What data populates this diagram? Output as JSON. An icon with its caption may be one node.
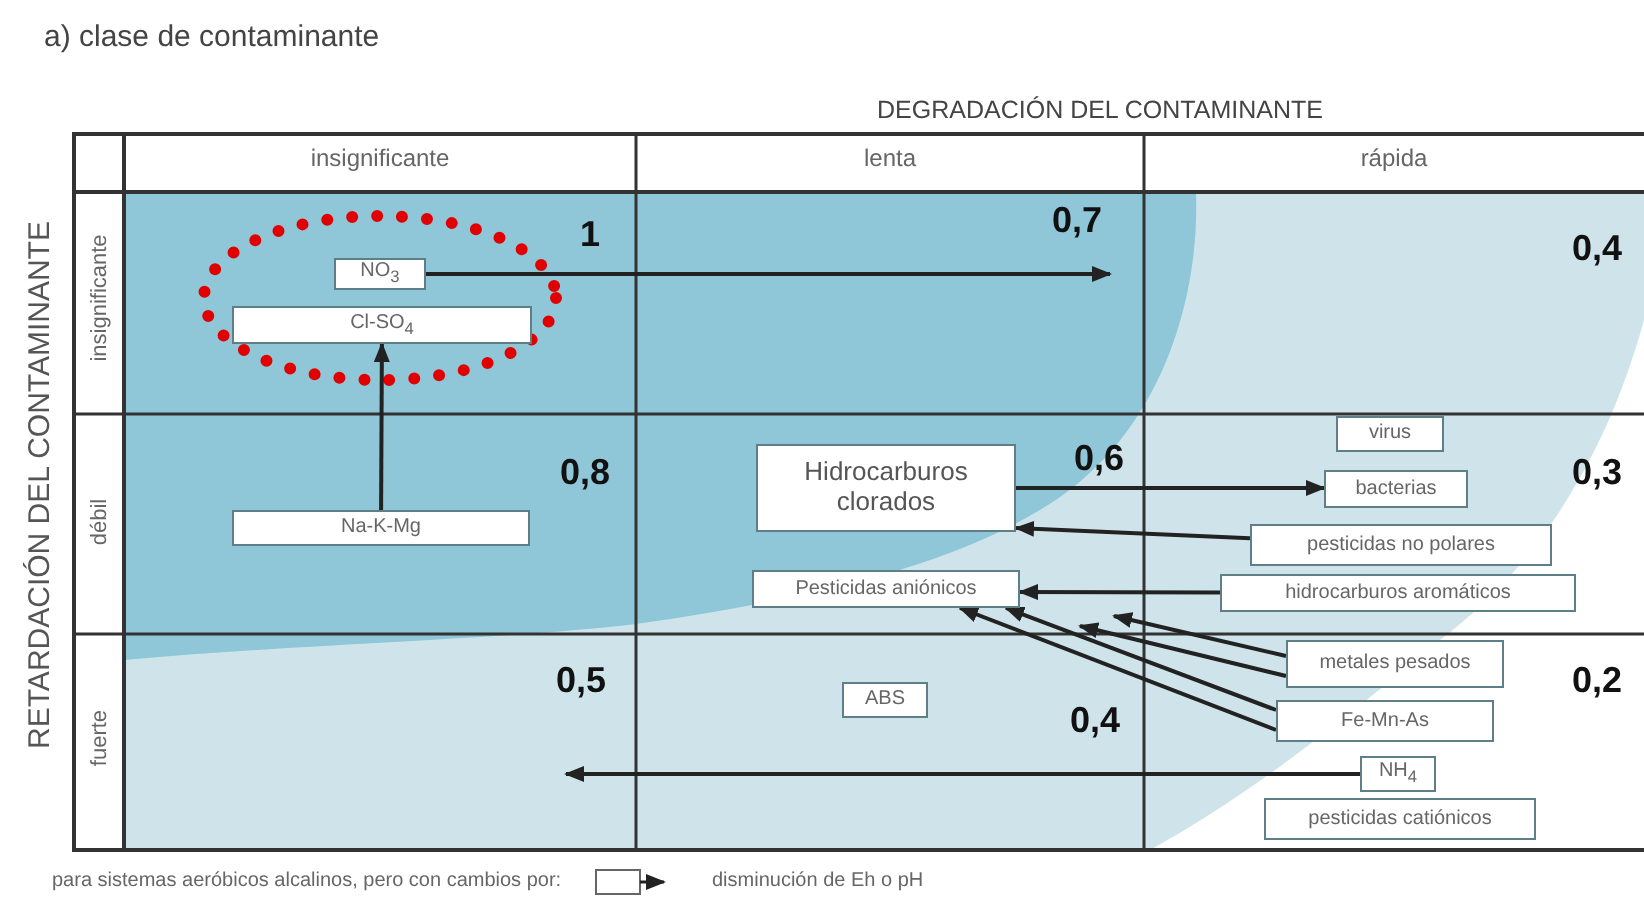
{
  "diagram": {
    "title": "a) clase de contaminante",
    "nodes": [
      {
        "text": [
          "NO$_{3}$"
        ]
      },
      {
        "text": [
          "Cl-SO$_{4}$"
        ]
      },
      {
        "text": [
          "Na-K-Mg"
        ]
      },
      {
        "text": [
          "Hidrocarburos clorados"
        ]
      },
      {
        "text": [
          "Pesticidas aniónicos"
        ]
      },
      {
        "text": [
          "virus"
        ]
      },
      {
        "text": [
          "bacterias"
        ]
      },
      {
        "text": [
          "pesticidas no polares"
        ]
      },
      {
        "text": [
          "hidrocarburos aromáticos"
        ]
      },
      {
        "text": [
          "metales pesados"
        ]
      },
      {
        "text": [
          "Fe-Mn-As"
        ]
      },
      {
        "text": [
          "ABS"
        ]
      },
      {
        "text": [
          "NH$_{4}$"
        ]
      },
      {
        "text": [
          "pesticidas catiónicos"
        ]
      }
    ],
    "edges": [
      {
        "from": 0,
        "to": null,
        "arrow": "to"
      },
      {
        "from": 2,
        "to": 1,
        "arrow": "to"
      },
      {
        "from": 3,
        "to": 6,
        "arrow": "to"
      },
      {
        "from": 7,
        "to": 3,
        "arrow": "to"
      },
      {
        "from": 8,
        "to": 4,
        "arrow": "to"
      },
      {
        "from": 9,
        "to": null,
        "arrow": "to"
      },
      {
        "from": 9,
        "to": null,
        "arrow": "to"
      },
      {
        "from": 10,
        "to": 4,
        "arrow": "to"
      },
      {
        "from": 10,
        "to": 4,
        "arrow": "to"
      },
      {
        "from": 12,
        "to": null,
        "arrow": "to"
      }
    ],
    "labels": [
      "DEGRADACIÓN DEL CONTAMINANTE",
      "insignificante",
      "lenta",
      "rápida",
      "RETARDACIÓN DEL CONTAMINANTE",
      "insignificante",
      "débil",
      "fuerte",
      "1",
      "0,7",
      "0,4",
      "0,8",
      "0,6",
      "0,3",
      "0,5",
      "0,4",
      "0,2",
      "para sistemas aeróbicos alcalinos, pero con cambios por:"
    ],
    "legend": [
      {
        "text": "disminución de Eh o pH"
      }
    ]
  }
}
